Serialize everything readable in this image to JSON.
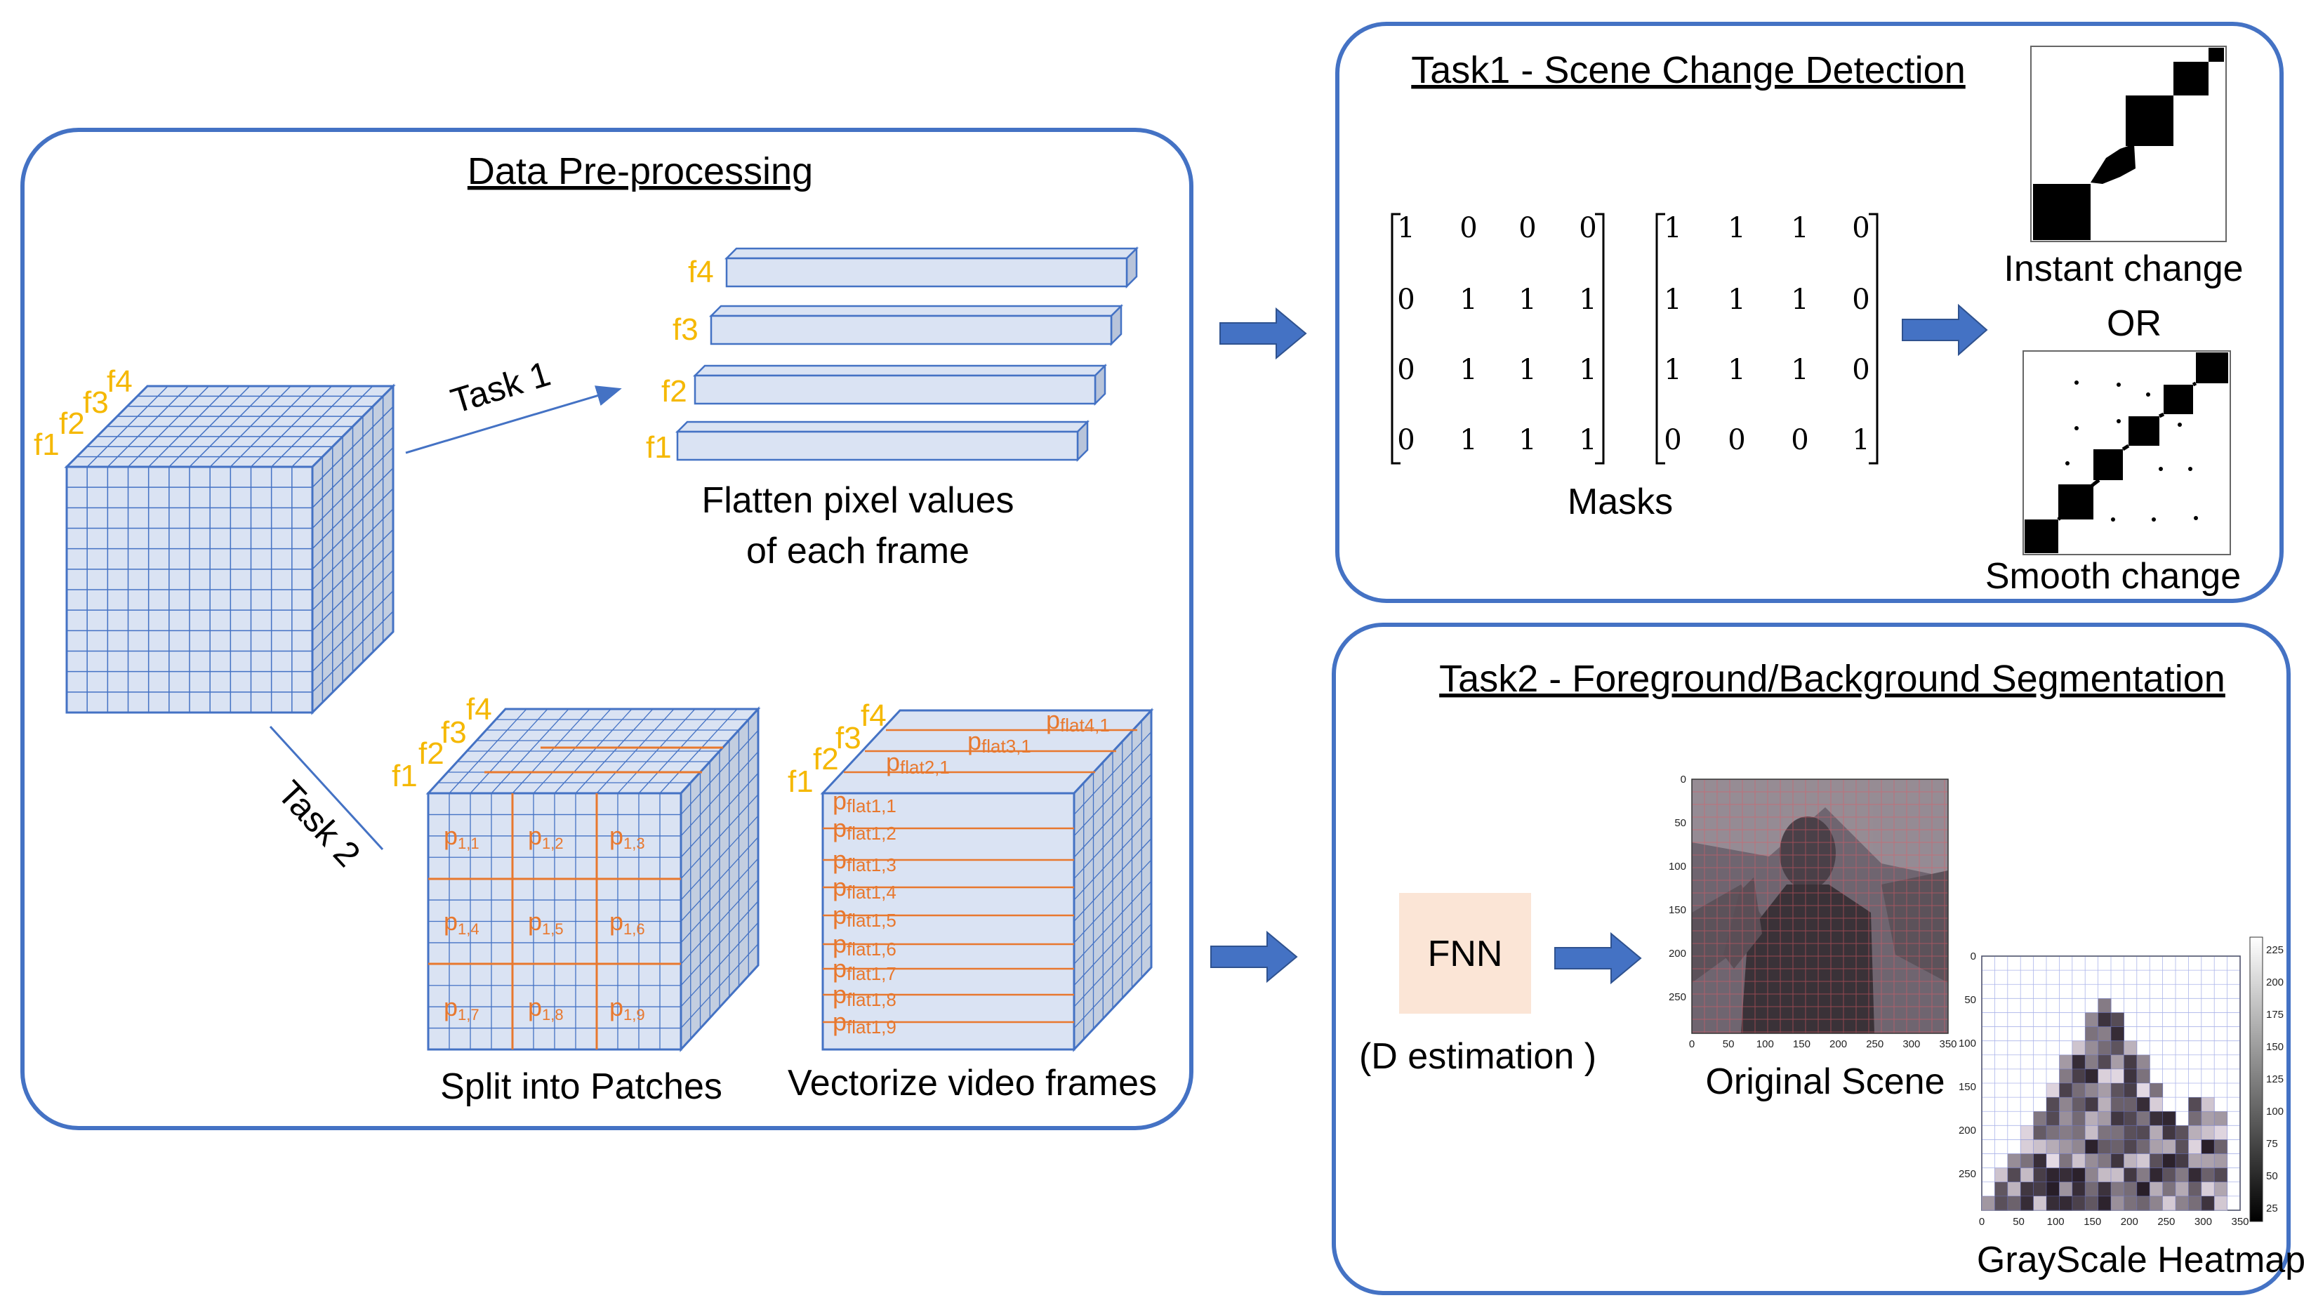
{
  "preprocessing": {
    "title": "Data Pre-processing",
    "task1_label": "Task 1",
    "task2_label": "Task 2",
    "flatten_caption_line1": "Flatten pixel values",
    "flatten_caption_line2": "of each frame",
    "split_caption": "Split into Patches",
    "vectorize_caption": "Vectorize video frames",
    "frame_labels": [
      "f1",
      "f2",
      "f3",
      "f4"
    ],
    "patch_labels": [
      {
        "p": "p",
        "sub": "1,1"
      },
      {
        "p": "p",
        "sub": "1,2"
      },
      {
        "p": "p",
        "sub": "1,3"
      },
      {
        "p": "p",
        "sub": "1,4"
      },
      {
        "p": "p",
        "sub": "1,5"
      },
      {
        "p": "p",
        "sub": "1,6"
      },
      {
        "p": "p",
        "sub": "1,7"
      },
      {
        "p": "p",
        "sub": "1,8"
      },
      {
        "p": "p",
        "sub": "1,9"
      }
    ],
    "flat_labels": [
      {
        "p": "p",
        "sub": "flat1,1"
      },
      {
        "p": "p",
        "sub": "flat1,2"
      },
      {
        "p": "p",
        "sub": "flat1,3"
      },
      {
        "p": "p",
        "sub": "flat1,4"
      },
      {
        "p": "p",
        "sub": "flat1,5"
      },
      {
        "p": "p",
        "sub": "flat1,6"
      },
      {
        "p": "p",
        "sub": "flat1,7"
      },
      {
        "p": "p",
        "sub": "flat1,8"
      },
      {
        "p": "p",
        "sub": "flat1,9"
      }
    ],
    "flat_top_labels": [
      {
        "p": "p",
        "sub": "flat2,1"
      },
      {
        "p": "p",
        "sub": "flat3,1"
      },
      {
        "p": "p",
        "sub": "flat4,1"
      }
    ]
  },
  "task1": {
    "title": "Task1 - Scene Change Detection",
    "mask_a": [
      [
        "1",
        "0",
        "0",
        "0"
      ],
      [
        "0",
        "1",
        "1",
        "1"
      ],
      [
        "0",
        "1",
        "1",
        "1"
      ],
      [
        "0",
        "1",
        "1",
        "1"
      ]
    ],
    "mask_b": [
      [
        "1",
        "1",
        "1",
        "0"
      ],
      [
        "1",
        "1",
        "1",
        "0"
      ],
      [
        "1",
        "1",
        "1",
        "0"
      ],
      [
        "0",
        "0",
        "0",
        "1"
      ]
    ],
    "masks_caption": "Masks",
    "instant_caption": "Instant change",
    "or_label": "OR",
    "smooth_caption": "Smooth change"
  },
  "task2": {
    "title": "Task2 - Foreground/Background Segmentation",
    "fnn_label": "FNN",
    "d_estimation": "(D estimation )",
    "original_caption": "Original Scene",
    "heatmap_caption": "GrayScale Heatmap",
    "x_ticks": [
      "0",
      "50",
      "100",
      "150",
      "200",
      "250",
      "300",
      "350"
    ],
    "y_ticks": [
      "0",
      "50",
      "100",
      "150",
      "200",
      "250"
    ],
    "colorbar_ticks": [
      "225",
      "200",
      "175",
      "150",
      "125",
      "100",
      "75",
      "50",
      "25"
    ]
  },
  "colors": {
    "panel_border": "#4472c4",
    "arrow": "#4472c4",
    "cube_face": "#dae3f3",
    "cube_grid": "#4472c4",
    "frame_label": "#f5b800",
    "patch_label": "#e8782e",
    "fnn_box": "#fbe5d6"
  }
}
